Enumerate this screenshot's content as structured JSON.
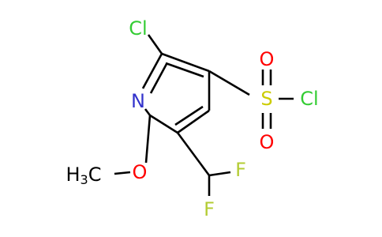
{
  "atoms": {
    "cl_ring": {
      "label": "Cl",
      "color": "#33cc33"
    },
    "n": {
      "label": "N",
      "color": "#3333cc"
    },
    "s": {
      "label": "S",
      "color": "#cccc00"
    },
    "o_up": {
      "label": "O",
      "color": "#ff0000"
    },
    "o_down": {
      "label": "O",
      "color": "#ff0000"
    },
    "cl_sulfonyl": {
      "label": "Cl",
      "color": "#33cc33"
    },
    "o_methoxy": {
      "label": "O",
      "color": "#ff0000"
    },
    "methyl": {
      "label": "H",
      "subscript": "3",
      "suffix": "C",
      "color": "#000000"
    },
    "f_right": {
      "label": "F",
      "color": "#b3cc33"
    },
    "f_down": {
      "label": "F",
      "color": "#b3cc33"
    }
  }
}
